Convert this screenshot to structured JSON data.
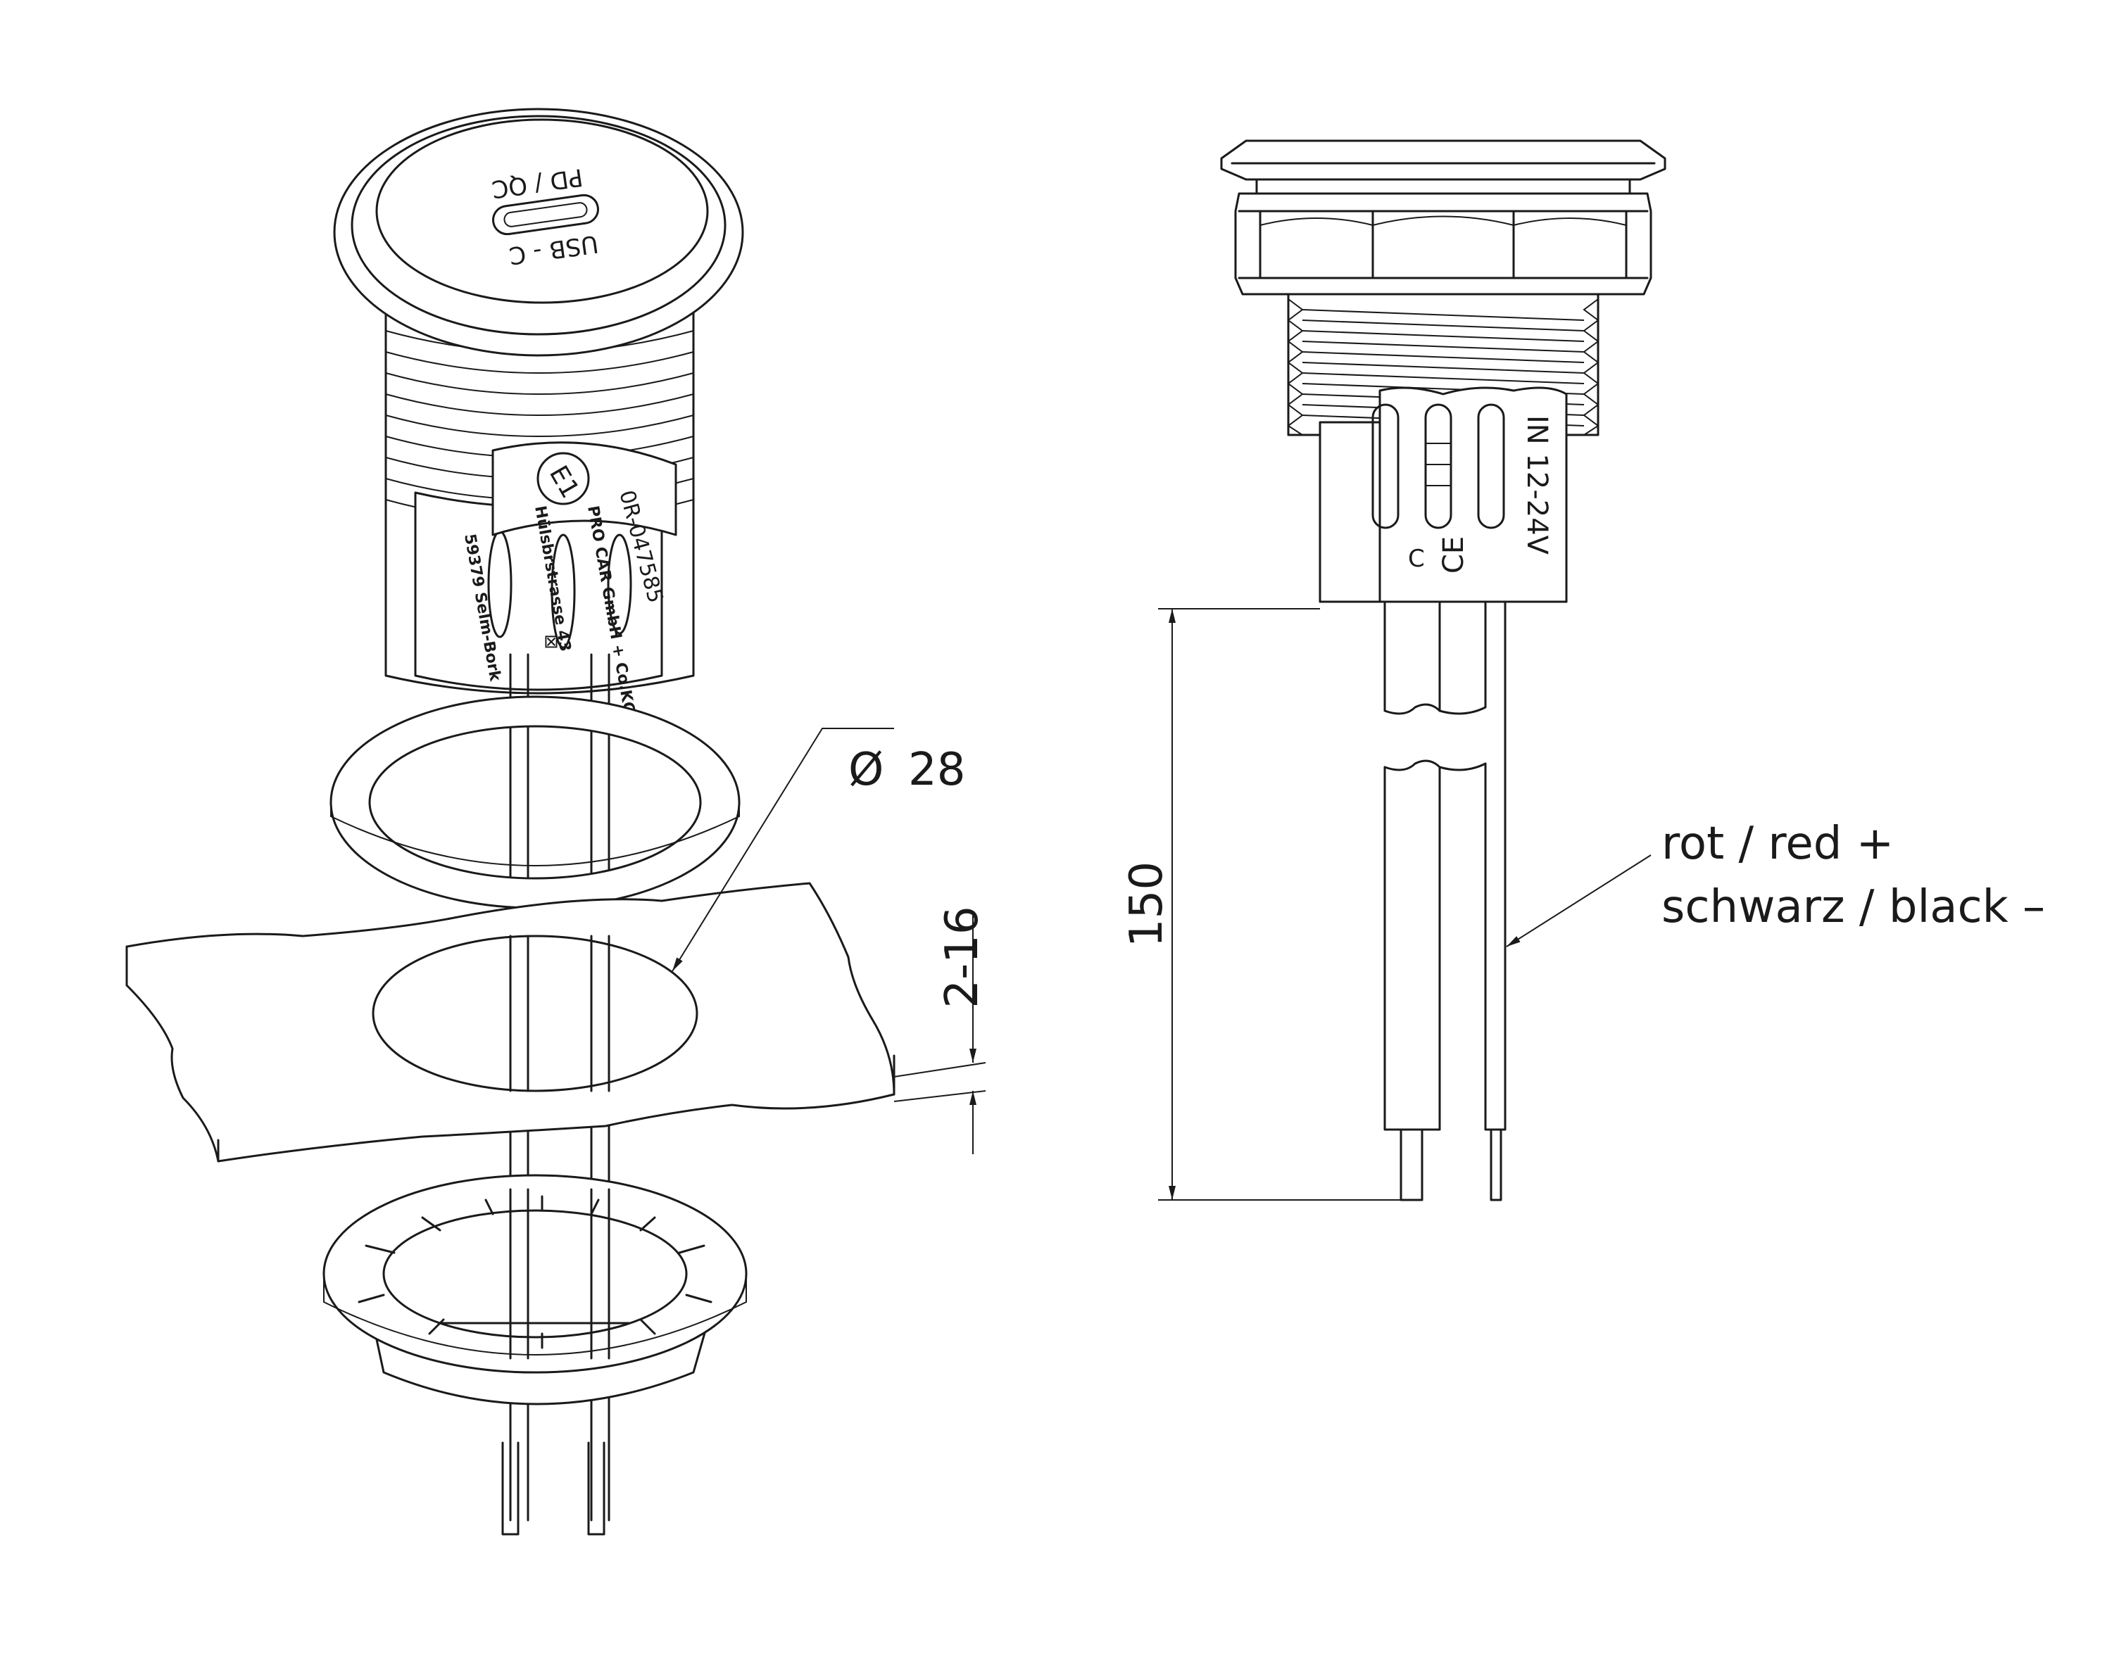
{
  "product": {
    "cap_line1": "USB - C",
    "cap_line2": "PD / QC",
    "approval_mark": "E1",
    "approval_number": "0R-047585",
    "manufacturer": "PRO CAR GmbH + Co.KG",
    "street": "Hülsbrstrasse 43",
    "city": "59379 Selm-Bork",
    "rating": "IN 12-24V",
    "ce_mark": "CE"
  },
  "dimensions": {
    "hole_symbol": "Ø",
    "hole_value": "28",
    "panel_thickness": "2-16",
    "cable_length": "150"
  },
  "cable_labels": {
    "red": "rot / red +",
    "black": "schwarz / black –"
  }
}
